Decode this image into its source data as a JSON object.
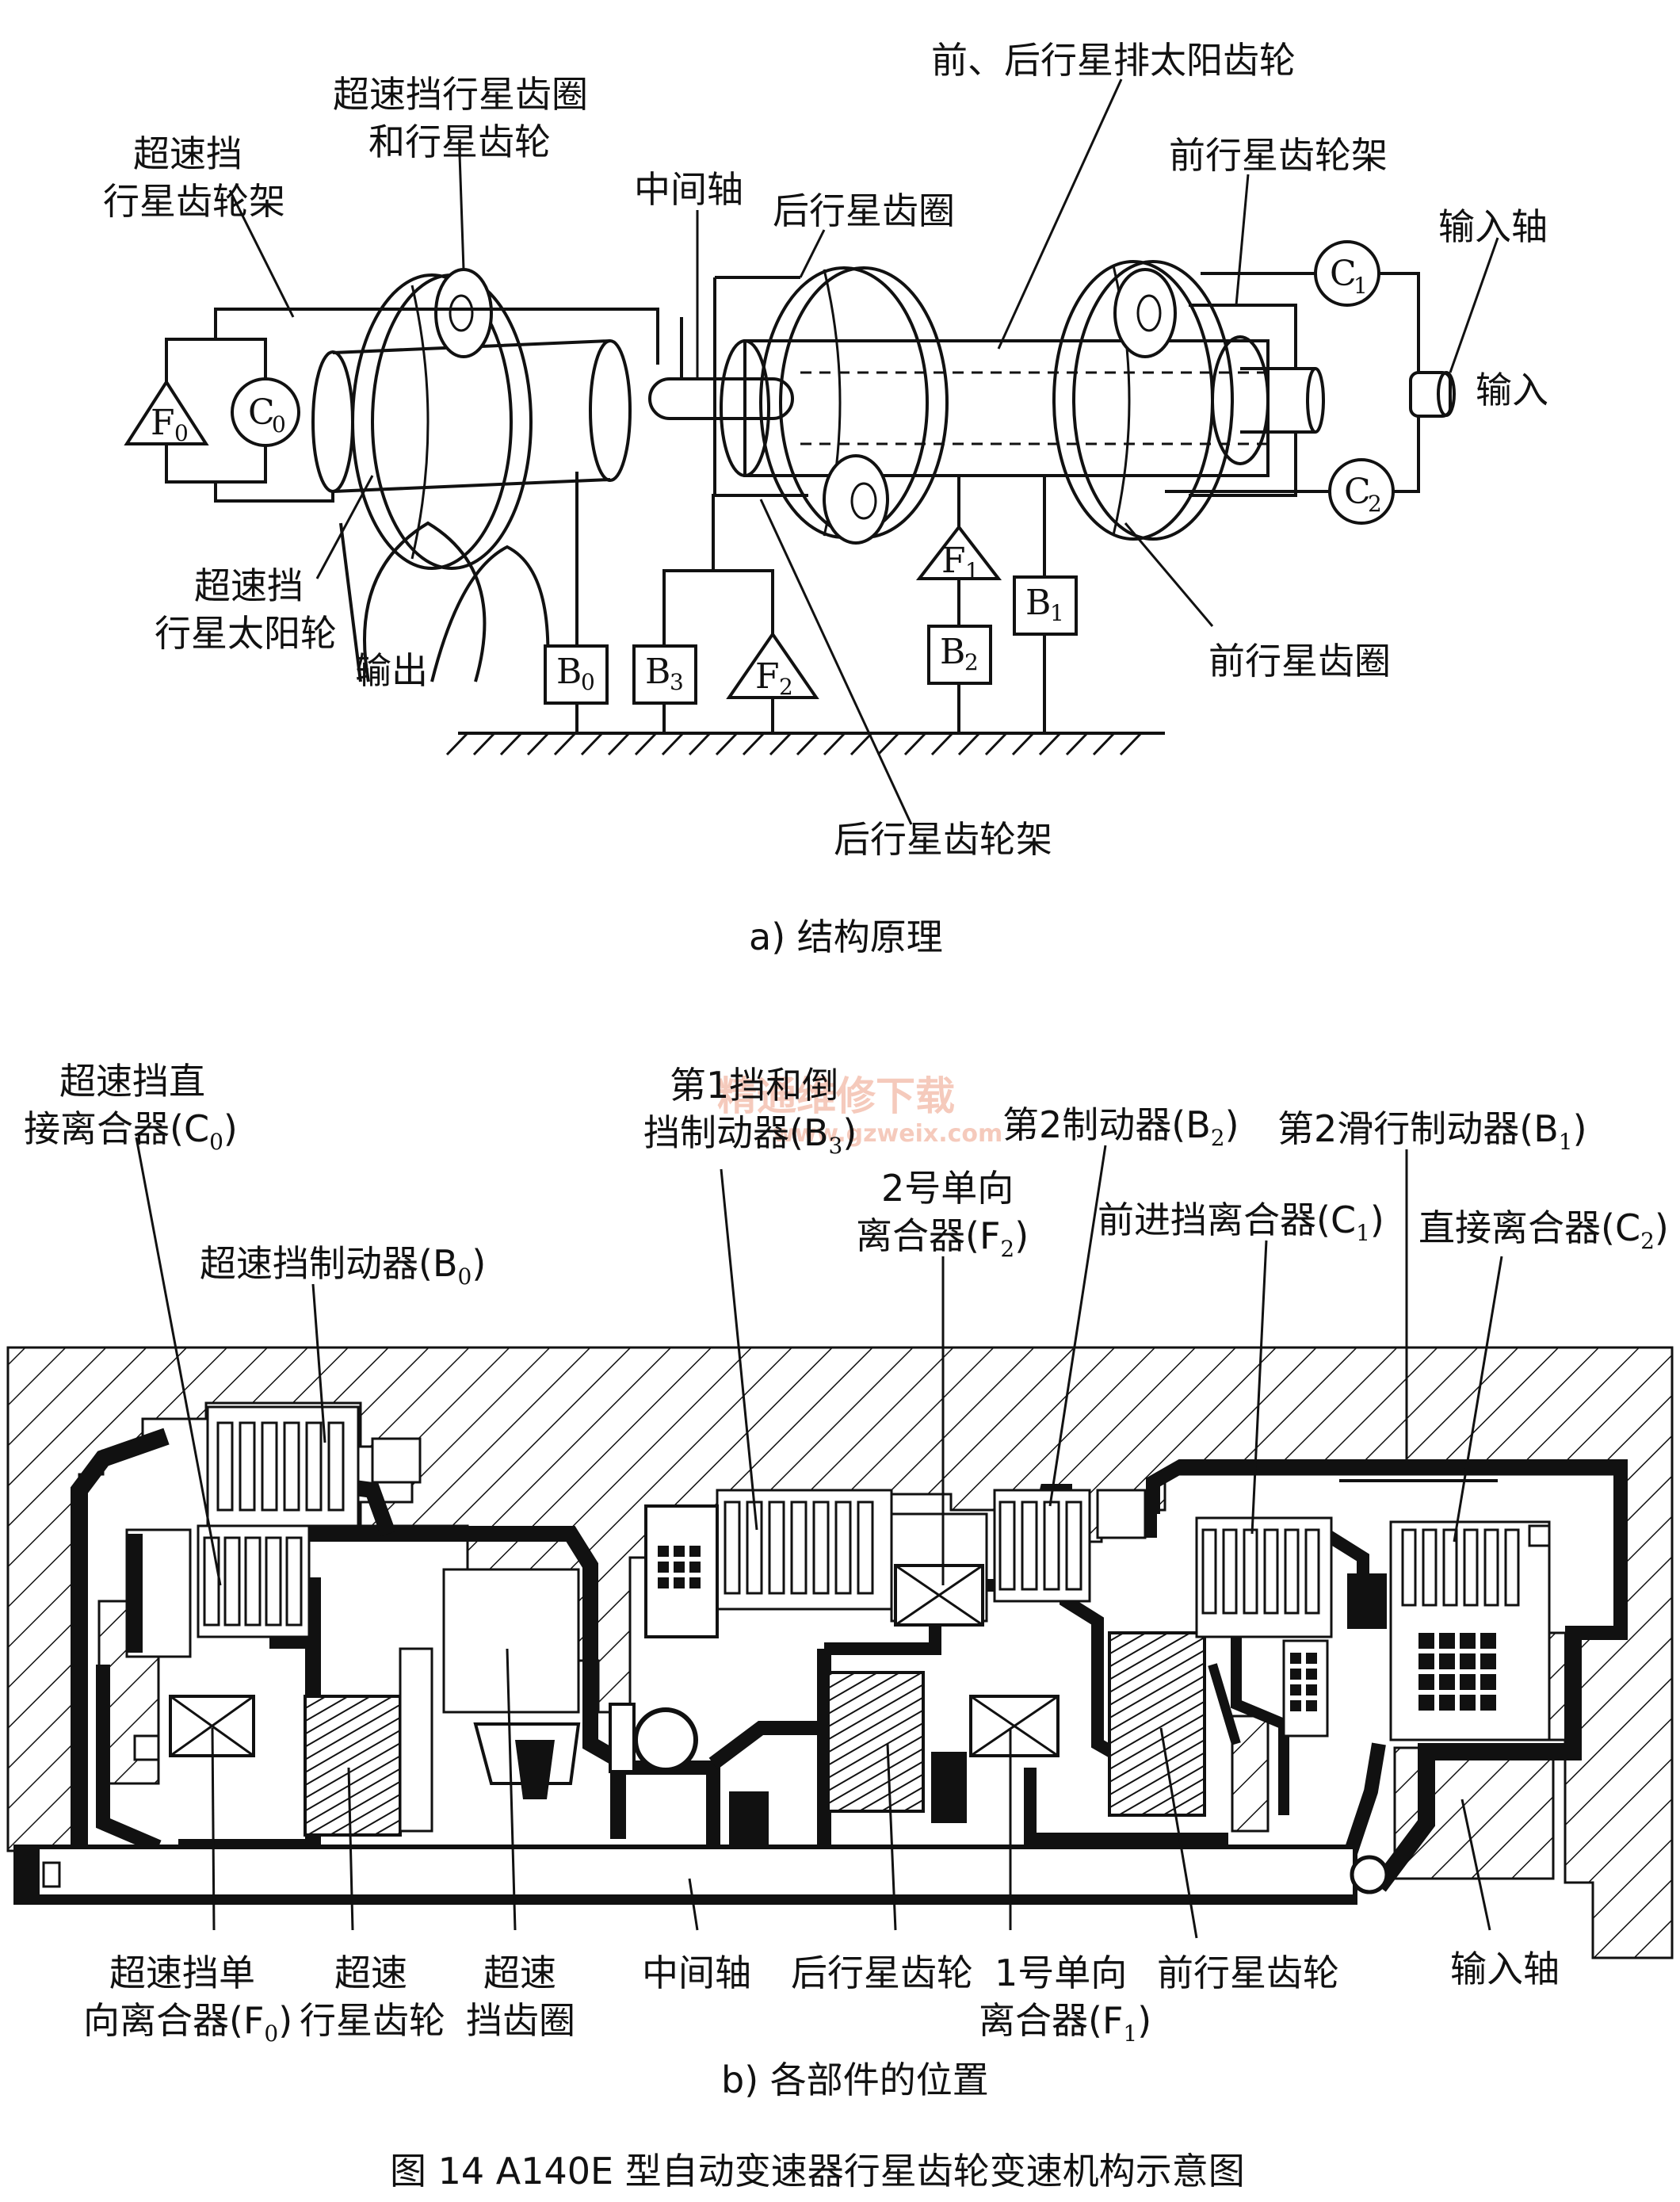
{
  "diagram_a": {
    "labels": {
      "od_carrier_l1": "超速挡",
      "od_carrier_l2": "行星齿轮架",
      "od_ring_l1": "超速挡行星齿圈",
      "od_ring_l2": "和行星齿轮",
      "intermediate_shaft": "中间轴",
      "rear_ring": "后行星齿圈",
      "sun_gear": "前、后行星排太阳齿轮",
      "front_carrier": "前行星齿轮架",
      "input_shaft": "输入轴",
      "input": "输入",
      "od_sun_l1": "超速挡",
      "od_sun_l2": "行星太阳轮",
      "output": "输出",
      "front_ring": "前行星齿圈",
      "rear_carrier": "后行星齿轮架"
    },
    "symbols": {
      "F0": {
        "base": "F",
        "sub": "0"
      },
      "C0": {
        "base": "C",
        "sub": "0"
      },
      "C1": {
        "base": "C",
        "sub": "1"
      },
      "C2": {
        "base": "C",
        "sub": "2"
      },
      "B0": {
        "base": "B",
        "sub": "0"
      },
      "B1": {
        "base": "B",
        "sub": "1"
      },
      "B2": {
        "base": "B",
        "sub": "2"
      },
      "B3": {
        "base": "B",
        "sub": "3"
      },
      "F1": {
        "base": "F",
        "sub": "1"
      },
      "F2": {
        "base": "F",
        "sub": "2"
      }
    },
    "caption": "a) 结构原理"
  },
  "diagram_b": {
    "top_labels": {
      "c0_l1": "超速挡直",
      "c0_l2": "接离合器(C",
      "c0_sub": "0",
      "b0": "超速挡制动器(B",
      "b0_sub": "0",
      "b3_l1": "第1挡和倒",
      "b3_l2": "挡制动器(B",
      "b3_sub": "3",
      "f2_l1": "2号单向",
      "f2_l2": "离合器(F",
      "f2_sub": "2",
      "b2": "第2制动器(B",
      "b2_sub": "2",
      "c1": "前进挡离合器(C",
      "c1_sub": "1",
      "b1": "第2滑行制动器(B",
      "b1_sub": "1",
      "c2": "直接离合器(C",
      "c2_sub": "2",
      "close": ")"
    },
    "bottom_labels": {
      "f0_l1": "超速挡单",
      "f0_l2": "向离合器(F",
      "f0_sub": "0",
      "od_planet_l1": "超速",
      "od_planet_l2": "行星齿轮",
      "od_ring_l1": "超速",
      "od_ring_l2": "挡齿圈",
      "intermediate_shaft": "中间轴",
      "rear_planet": "后行星齿轮",
      "f1_l1": "1号单向",
      "f1_l2": "离合器(F",
      "f1_sub": "1",
      "front_planet": "前行星齿轮",
      "input_shaft": "输入轴",
      "close": ")"
    },
    "caption": "b) 各部件的位置"
  },
  "watermark": {
    "line1": "精通维修下载",
    "line2": "www.gzweix.com"
  },
  "figure_caption": "图 14    A140E 型自动变速器行星齿轮变速机构示意图"
}
